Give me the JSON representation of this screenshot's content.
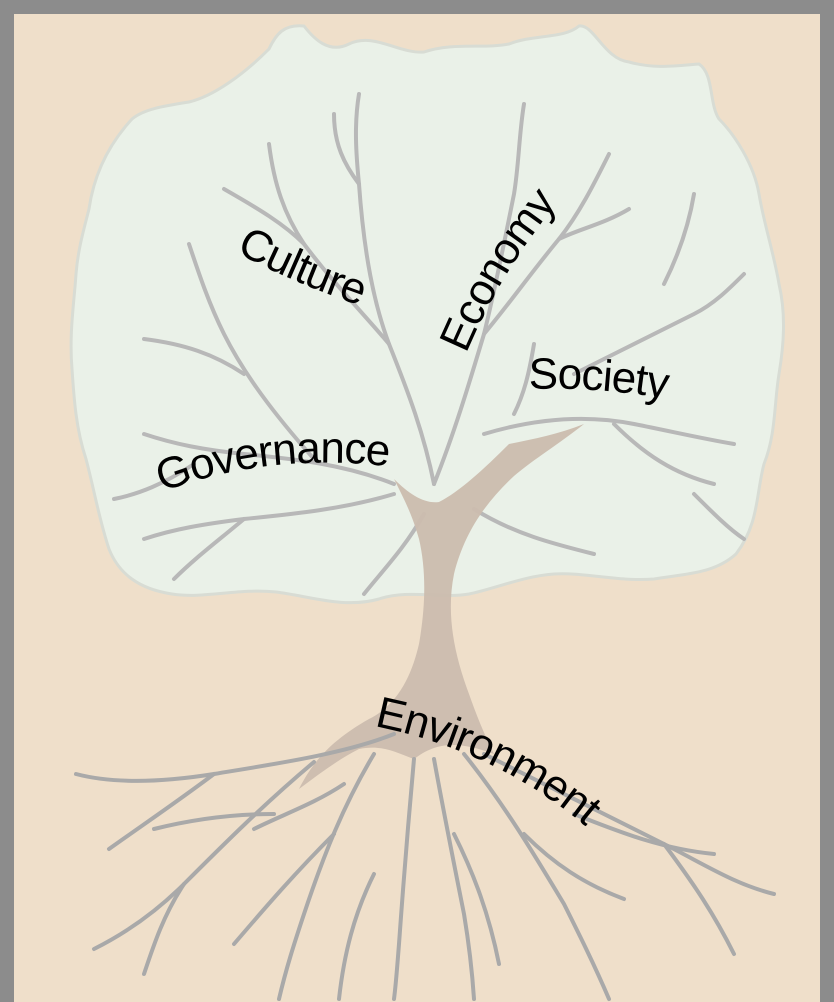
{
  "diagram": {
    "labels": {
      "culture": "Culture",
      "economy": "Economy",
      "society": "Society",
      "governance": "Governance",
      "environment": "Environment"
    },
    "colors": {
      "frame": "#8c8c8c",
      "background": "#efdfca",
      "canopy": "#eaf1e8",
      "branches": "#b8b8b8",
      "trunk": "#cbbcae",
      "roots": "#a9a9a9",
      "text": "#000000"
    }
  }
}
